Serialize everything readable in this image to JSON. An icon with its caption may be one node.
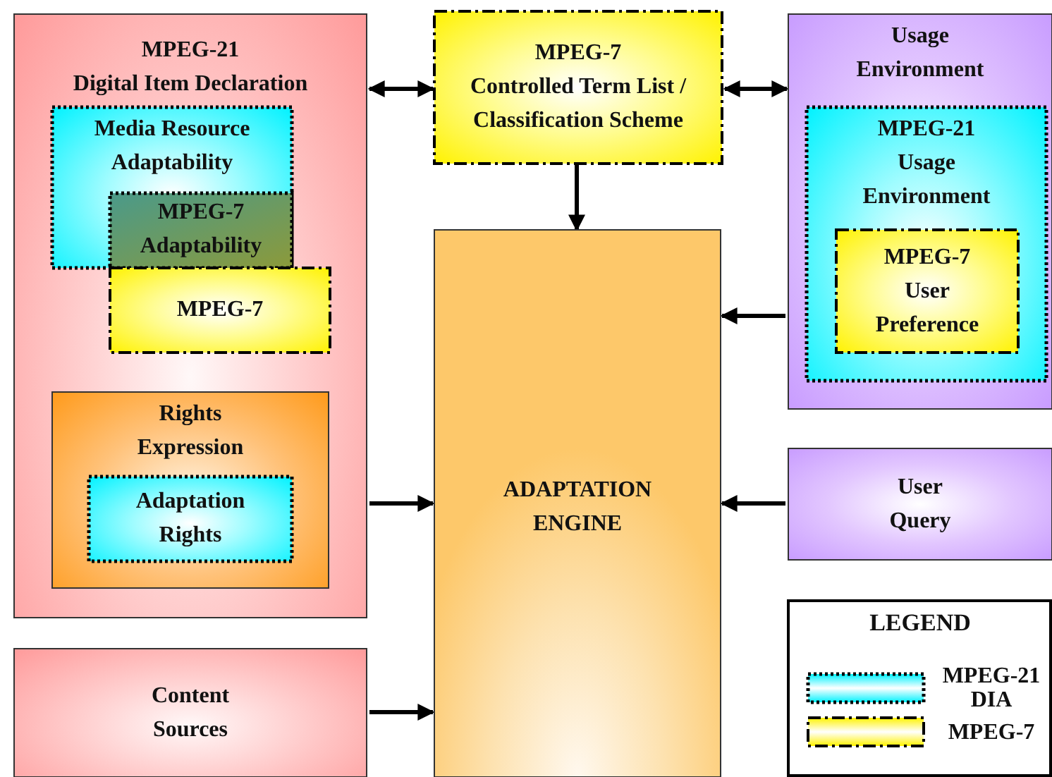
{
  "diagram": {
    "nodes": [
      {
        "text": [
          "MPEG-21 Digital Item Declaration"
        ]
      },
      {
        "text": [
          "Media Resource Adaptability"
        ],
        "in": 0
      },
      {
        "text": [
          "MPEG-7 Adaptability"
        ],
        "in": 1
      },
      {
        "text": [
          "MPEG-7"
        ],
        "in": 0
      },
      {
        "text": [
          "Rights Expression"
        ],
        "in": 0
      },
      {
        "text": [
          "Adaptation Rights"
        ],
        "in": 4
      },
      {
        "text": [
          "Content Sources"
        ]
      },
      {
        "text": [
          "MPEG-7 Controlled Term List / Classification Scheme"
        ]
      },
      {
        "text": [
          "Usage Environment"
        ]
      },
      {
        "text": [
          "MPEG-21 Usage Environment"
        ],
        "in": 8
      },
      {
        "text": [
          "MPEG-7 User Preference"
        ],
        "in": 9
      },
      {
        "text": [
          "ADAPTATION ENGINE"
        ]
      },
      {
        "text": [
          "User Query"
        ]
      }
    ],
    "edges": [
      {
        "from": 0,
        "to": 7,
        "arrow": "both"
      },
      {
        "from": 7,
        "to": 8,
        "arrow": "both"
      },
      {
        "from": 7,
        "to": 11,
        "arrow": "to"
      },
      {
        "from": 8,
        "to": 11,
        "arrow": "to"
      },
      {
        "from": 0,
        "to": 11,
        "arrow": "to"
      },
      {
        "from": 12,
        "to": 11,
        "arrow": "to"
      },
      {
        "from": 6,
        "to": 11,
        "arrow": "to"
      }
    ],
    "labels": [
      "LEGEND"
    ],
    "legend": [
      {
        "text": "MPEG-21 DIA"
      },
      {
        "text": "MPEG-7"
      }
    ]
  }
}
